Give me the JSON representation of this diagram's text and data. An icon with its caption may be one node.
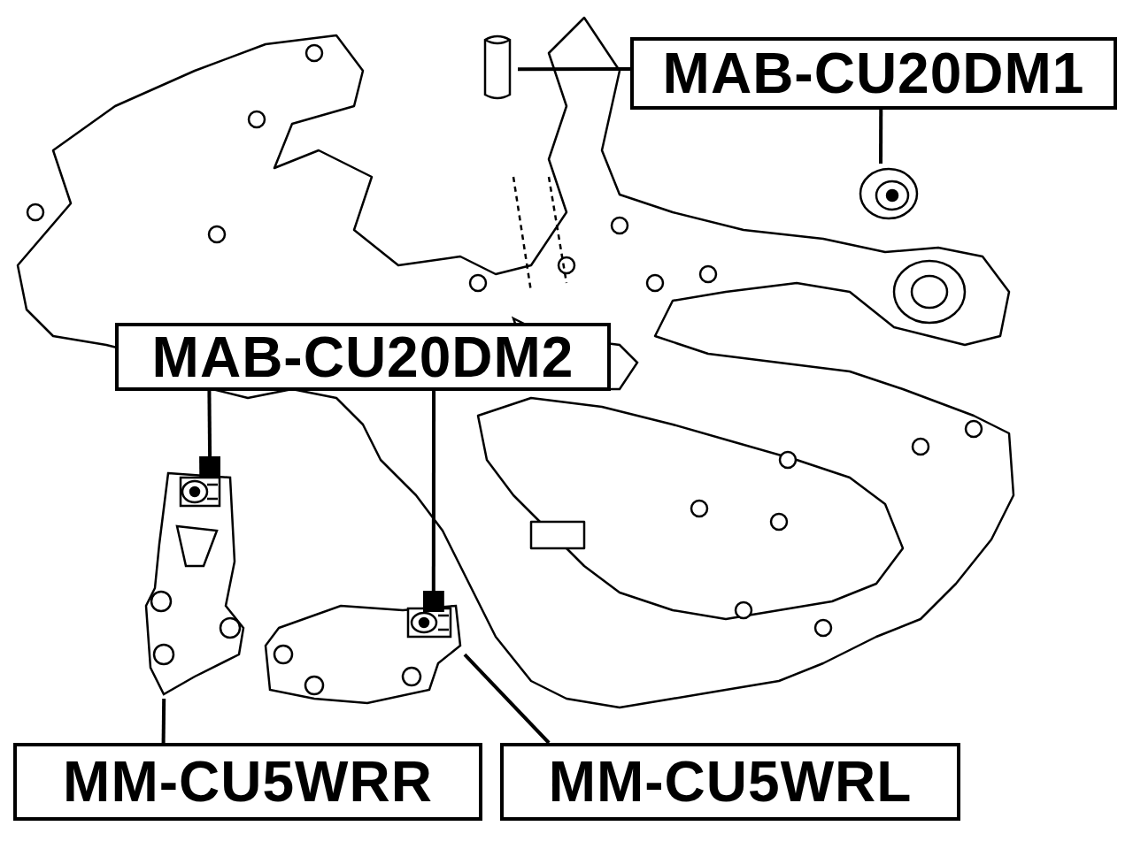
{
  "diagram": {
    "nodes": [
      {
        "text": [
          "MAB-CU20DM1"
        ]
      },
      {
        "text": [],
        "shape": "picture"
      },
      {
        "text": [],
        "shape": "picture"
      },
      {
        "text": [
          "MAB-CU20DM2"
        ]
      },
      {
        "text": [],
        "shape": "picture"
      },
      {
        "text": [],
        "shape": "picture",
        "in": 4
      },
      {
        "text": [],
        "shape": "picture"
      },
      {
        "text": [],
        "shape": "picture",
        "in": 6
      },
      {
        "text": [
          "MM-CU5WRR"
        ]
      },
      {
        "text": [
          "MM-CU5WRL"
        ]
      }
    ],
    "edges": [
      {
        "from": 0,
        "to": 1,
        "arrow": "none"
      },
      {
        "from": 0,
        "to": 2,
        "arrow": "none"
      },
      {
        "from": 3,
        "to": 5,
        "arrow": "other"
      },
      {
        "from": 3,
        "to": 7,
        "arrow": "other"
      },
      {
        "from": 8,
        "to": 4,
        "arrow": "none"
      },
      {
        "from": 9,
        "to": 6,
        "arrow": "none"
      }
    ]
  }
}
